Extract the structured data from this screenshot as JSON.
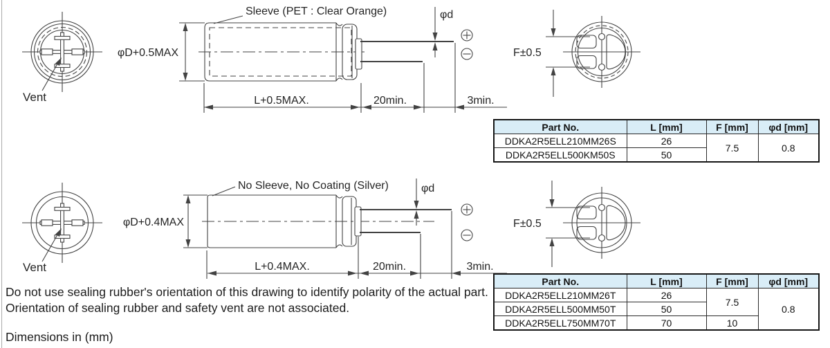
{
  "colors": {
    "table_header_bg": "#d9edf7",
    "line": "#424242",
    "text": "#242424"
  },
  "drawing_top": {
    "sleeve_label": "Sleeve (PET : Clear Orange)",
    "vent_label": "Vent",
    "diameter_label": "φD+0.5MAX",
    "length_label": "L+0.5MAX.",
    "lead_length_label": "20min.",
    "lead_tip_label": "3min.",
    "lead_diameter_label": "φd",
    "lead_spacing_label": "F±0.5"
  },
  "drawing_bottom": {
    "sleeve_label": "No Sleeve, No Coating (Silver)",
    "vent_label": "Vent",
    "diameter_label": "φD+0.4MAX",
    "length_label": "L+0.4MAX.",
    "lead_length_label": "20min.",
    "lead_tip_label": "3min.",
    "lead_diameter_label": "φd",
    "lead_spacing_label": "F±0.5"
  },
  "table_top": {
    "headers": [
      "Part No.",
      "L [mm]",
      "F [mm]",
      "φd [mm]"
    ],
    "rows": [
      {
        "part_no": "DDKA2R5ELL210MM26S",
        "l": "26"
      },
      {
        "part_no": "DDKA2R5ELL500KM50S",
        "l": "50"
      }
    ],
    "f_shared": "7.5",
    "d_shared": "0.8"
  },
  "table_bottom": {
    "headers": [
      "Part No.",
      "L [mm]",
      "F [mm]",
      "φd [mm]"
    ],
    "rows": [
      {
        "part_no": "DDKA2R5ELL210MM26T",
        "l": "26"
      },
      {
        "part_no": "DDKA2R5ELL500MM50T",
        "l": "50"
      },
      {
        "part_no": "DDKA2R5ELL750MM70T",
        "l": "70"
      }
    ],
    "f_shared_rows12": "7.5",
    "f_row3": "10",
    "d_shared": "0.8"
  },
  "notes": {
    "line1": "Do not use sealing rubber's orientation of this drawing to identify polarity of the actual part.",
    "line2": "Orientation of sealing rubber and safety vent are not associated.",
    "units": "Dimensions in (mm)"
  }
}
